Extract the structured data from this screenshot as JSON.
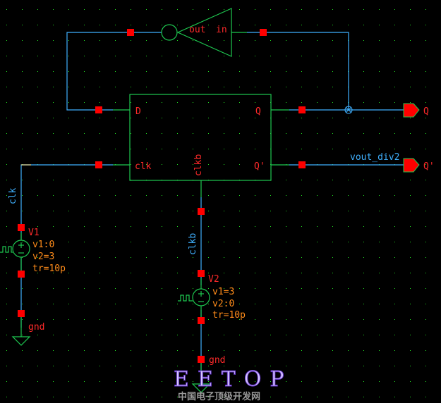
{
  "colors": {
    "wire": "#3fb0ff",
    "symbol": "#1ec850",
    "pin": "#ff0000",
    "label": "#ff2a2a",
    "param": "#ff8c1a",
    "grid": "#22dd22"
  },
  "inverter": {
    "out_label": "out",
    "in_label": "in"
  },
  "flipflop": {
    "d": "D",
    "clk": "clk",
    "clkb": "clkb",
    "q": "Q",
    "qbar": "Q'"
  },
  "nets": {
    "clk": "clk",
    "clkb": "clkb",
    "vout": "vout_div2"
  },
  "pins": {
    "q": "Q",
    "qbar": "Q'"
  },
  "v1": {
    "name": "V1",
    "p1": "v1:0",
    "p2": "v2=3",
    "p3": "tr=10p",
    "gnd": "gnd"
  },
  "v2": {
    "name": "V2",
    "p1": "v1=3",
    "p2": "v2:0",
    "p3": "tr=10p",
    "gnd": "gnd"
  },
  "watermark": {
    "title": "EETOP",
    "subtitle": "中国电子顶级开发网"
  }
}
